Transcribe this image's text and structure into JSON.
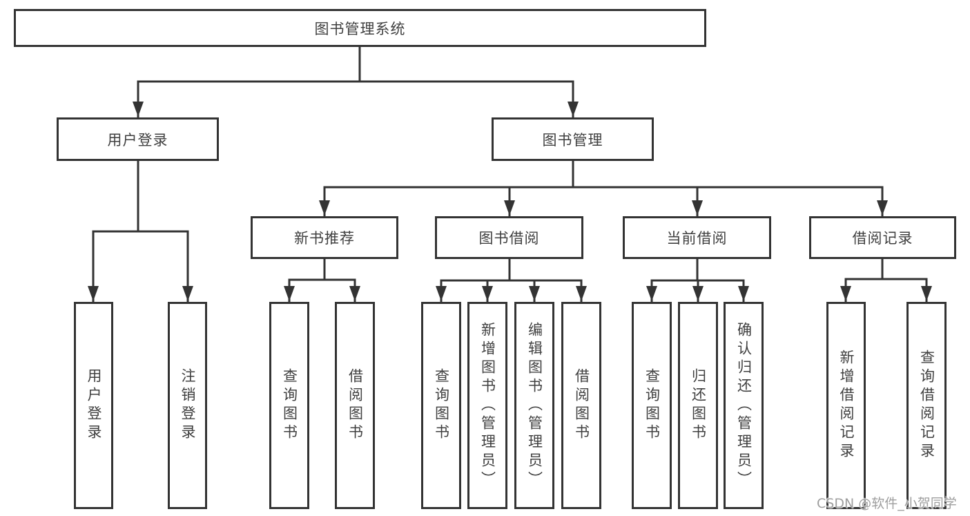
{
  "title": {
    "label": "图书管理系统"
  },
  "branches": {
    "user": {
      "label": "用户登录",
      "children": [
        {
          "label": "用户登录"
        },
        {
          "label": "注销登录"
        }
      ]
    },
    "mgmt": {
      "label": "图书管理",
      "sections": [
        {
          "label": "新书推荐",
          "children": [
            {
              "label": "查询图书"
            },
            {
              "label": "借阅图书"
            }
          ]
        },
        {
          "label": "图书借阅",
          "children": [
            {
              "label": "查询图书"
            },
            {
              "label": "新增图书（管理员）"
            },
            {
              "label": "编辑图书（管理员）"
            },
            {
              "label": "借阅图书"
            }
          ]
        },
        {
          "label": "当前借阅",
          "children": [
            {
              "label": "查询图书"
            },
            {
              "label": "归还图书"
            },
            {
              "label": "确认归还（管理员）"
            }
          ]
        },
        {
          "label": "借阅记录",
          "children": [
            {
              "label": "新增借阅记录"
            },
            {
              "label": "查询借阅记录"
            }
          ]
        }
      ]
    }
  },
  "watermark": {
    "text": "CSDN @软件_小贺同学"
  },
  "colors": {
    "line": "#333333",
    "box_border": "#333333",
    "text": "#3f3f3f",
    "background": "#ffffff",
    "watermark": "#9e9e9e"
  }
}
